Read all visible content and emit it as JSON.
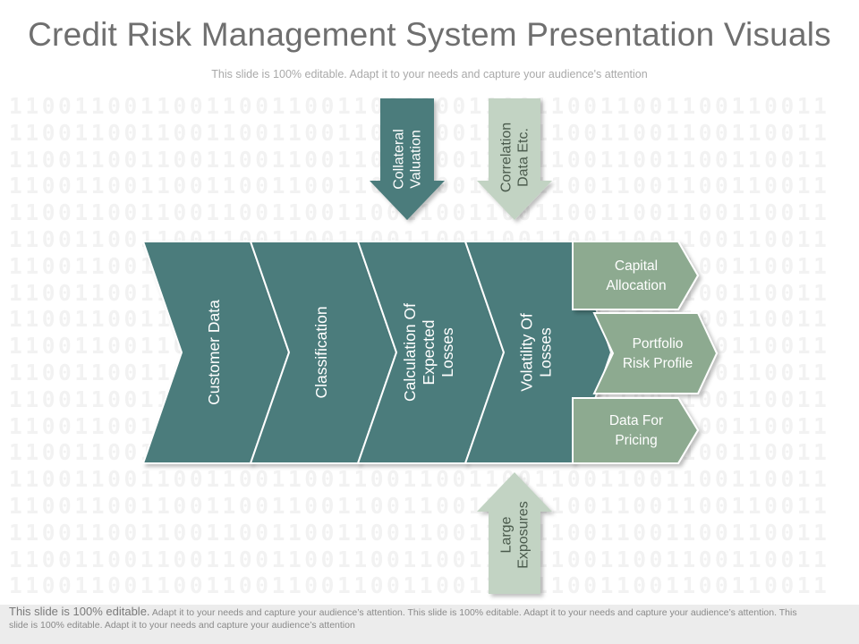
{
  "slide": {
    "title": "Credit Risk Management System Presentation Visuals",
    "subtitle": "This slide is 100% editable. Adapt it to your needs and capture your audience's attention"
  },
  "background_pattern": "11001100110011001100110011001100110011001100110011",
  "colors": {
    "dark": "#4b7b7b",
    "light": "#8daa90",
    "pale_arrow": "#c2d3c3",
    "text_light": "#ffffff"
  },
  "arrows_top": [
    {
      "lines": [
        "Collateral",
        "Valuation"
      ],
      "style": "dark"
    },
    {
      "lines": [
        "Correlation",
        "Data Etc."
      ],
      "style": "pale"
    }
  ],
  "arrow_bottom": {
    "lines": [
      "Large",
      "Exposures"
    ],
    "style": "pale"
  },
  "chevrons": [
    {
      "lines": [
        "Customer Data"
      ]
    },
    {
      "lines": [
        "Classification"
      ]
    },
    {
      "lines": [
        "Calculation Of",
        "Expected",
        "Losses"
      ]
    },
    {
      "lines": [
        "Volatility Of",
        "Losses"
      ]
    }
  ],
  "outputs": [
    {
      "lines": [
        "Capital",
        "Allocation"
      ]
    },
    {
      "lines": [
        "Portfolio",
        "Risk Profile"
      ]
    },
    {
      "lines": [
        "Data For",
        "Pricing"
      ]
    }
  ],
  "footer": {
    "lead": "This slide is 100% editable.",
    "rest": " Adapt it to your needs and capture your audience’s attention. This slide is 100% editable. Adapt it to your needs and capture your audience’s attention. This slide is 100% editable. Adapt it to your needs and capture your audience’s attention"
  }
}
